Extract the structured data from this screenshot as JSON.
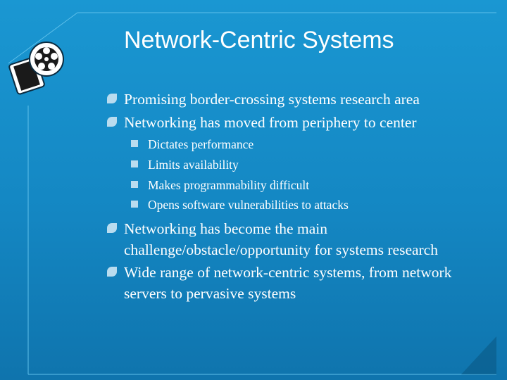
{
  "slide": {
    "title": "Network-Centric Systems",
    "bullets": [
      {
        "level": 1,
        "text": "Promising border-crossing systems research area"
      },
      {
        "level": 1,
        "text": "Networking has moved from periphery to center"
      },
      {
        "level": 2,
        "text": "Dictates performance"
      },
      {
        "level": 2,
        "text": "Limits availability"
      },
      {
        "level": 2,
        "text": "Makes programmability difficult"
      },
      {
        "level": 2,
        "text": "Opens software vulnerabilities to attacks"
      },
      {
        "level": 1,
        "text": "Networking has become the main"
      },
      {
        "level": 1,
        "text": "challenge/obstacle/opportunity for systems research",
        "continuation": true
      },
      {
        "level": 1,
        "text": "Wide range of network-centric systems, from network"
      },
      {
        "level": 1,
        "text": "servers to pervasive systems",
        "continuation": true
      }
    ]
  },
  "colors": {
    "background": "#1487c3",
    "text": "#ffffff",
    "bullet": "#b9dcef",
    "frame_line": "#5fc0ea"
  },
  "icons": {
    "logo": "film-reel-icon",
    "level1_bullet": "leaf-bullet-icon",
    "level2_bullet": "square-bullet-icon"
  }
}
